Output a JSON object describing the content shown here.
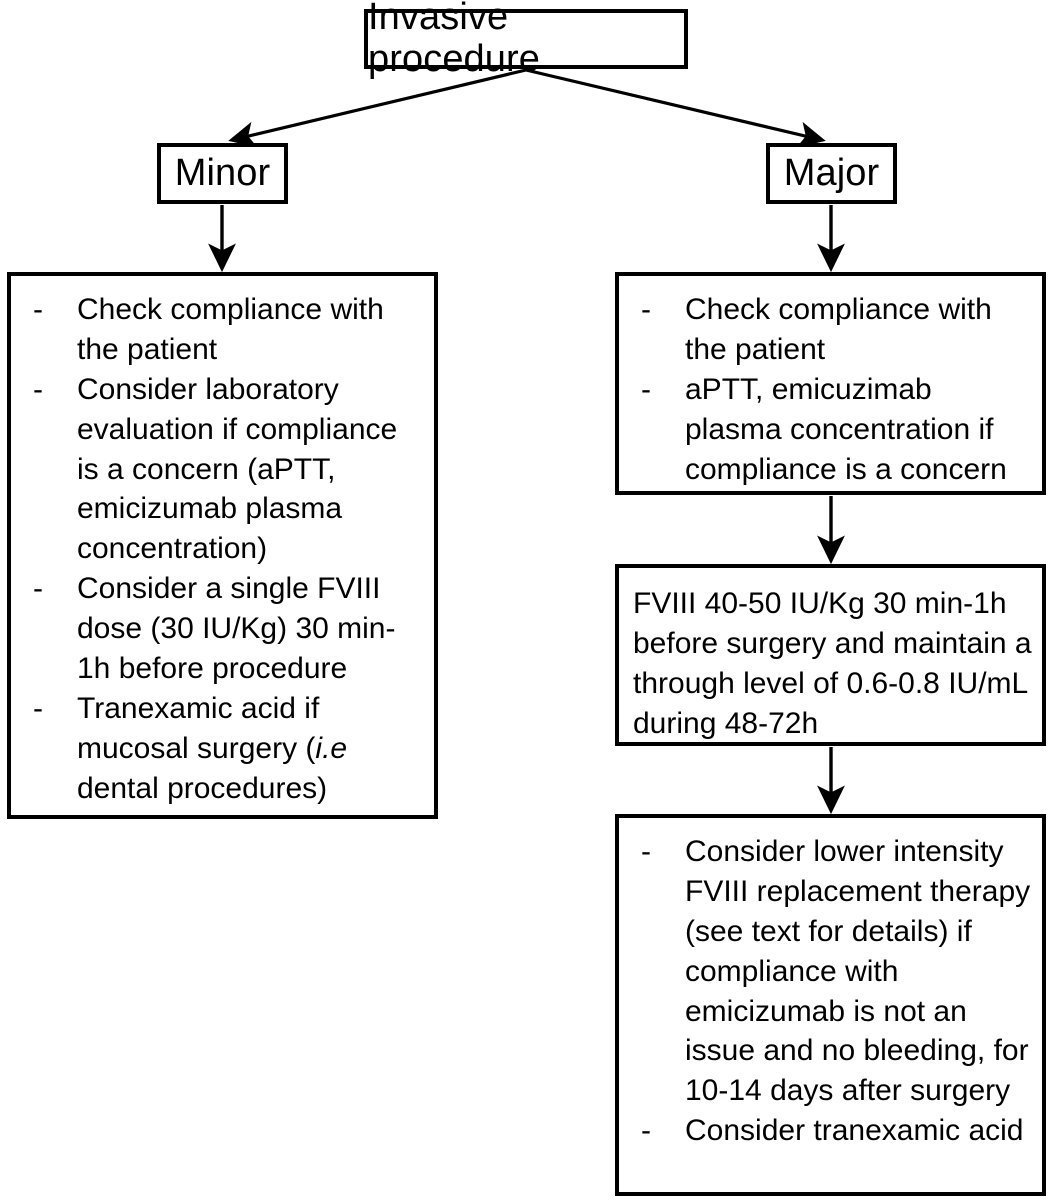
{
  "diagram": {
    "title": "Invasive procedure management algorithm",
    "type": "flowchart",
    "nodes": {
      "root": {
        "label": "Invasive procedure"
      },
      "minor": {
        "label": "Minor"
      },
      "major": {
        "label": "Major"
      },
      "minor_actions": {
        "items": [
          "Check compliance with the patient",
          "Consider laboratory evaluation if compliance is a concern (aPTT, emicizumab plasma concentration)",
          "Consider a single FVIII dose (30 IU/Kg) 30 min-1h before procedure",
          "Tranexamic acid if mucosal surgery (i.e dental procedures)"
        ],
        "item4_prefix": "Tranexamic acid if mucosal surgery (",
        "item4_italic": "i.e",
        "item4_suffix": " dental procedures)"
      },
      "major_labs": {
        "items": [
          "Check compliance with the patient",
          "aPTT, emicuzimab plasma concentration if compliance is a concern"
        ]
      },
      "major_dosing": {
        "text": "FVIII 40-50 IU/Kg 30 min-1h before surgery and maintain a through level of 0.6-0.8 IU/mL during 48-72h"
      },
      "major_followup": {
        "items": [
          "Consider lower intensity FVIII replacement therapy (see text for details) if compliance with emicizumab is not an issue and no bleeding, for 10-14 days after surgery",
          "Consider tranexamic acid"
        ]
      }
    },
    "edges": [
      {
        "from": "root",
        "to": "minor",
        "style": "arrow"
      },
      {
        "from": "root",
        "to": "major",
        "style": "arrow"
      },
      {
        "from": "minor",
        "to": "minor_actions",
        "style": "arrow"
      },
      {
        "from": "major",
        "to": "major_labs",
        "style": "arrow"
      },
      {
        "from": "major_labs",
        "to": "major_dosing",
        "style": "arrow"
      },
      {
        "from": "major_dosing",
        "to": "major_followup",
        "style": "arrow"
      }
    ],
    "colors": {
      "stroke": "#000000",
      "fill": "#ffffff",
      "text": "#000000"
    }
  }
}
